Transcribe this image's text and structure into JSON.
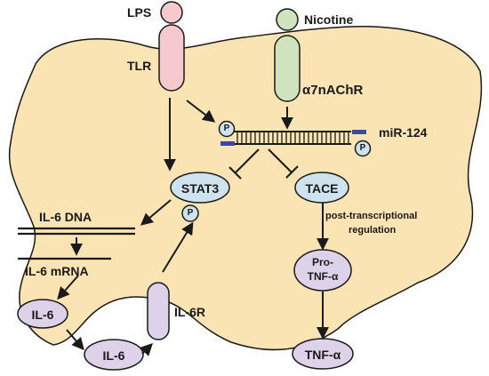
{
  "labels": {
    "lps": "LPS",
    "tlr": "TLR",
    "nicotine": "Nicotine",
    "receptor": "α7nAChR",
    "mirna": "miR-124",
    "stat3": "STAT3",
    "tace": "TACE",
    "il6_dna": "IL-6 DNA",
    "il6_mrna": "IL-6 mRNA",
    "il6_inside": "IL-6",
    "il6_outside": "IL-6",
    "il6r": "IL-6R",
    "post_line1": "post-transcriptional",
    "post_line2": "regulation",
    "pro_line1": "Pro-",
    "pro_line2": "TNF-α",
    "tnf": "TNF-α",
    "phospho": "P"
  },
  "colors": {
    "cell_fill": "#fbe4b3",
    "tlr_fill": "#f6c9cf",
    "receptor_fill": "#cfe3bf",
    "stat3_fill": "#cfe3ef",
    "purple_fill": "#ddd2ea",
    "mirna_end": "#3a4aa0"
  }
}
